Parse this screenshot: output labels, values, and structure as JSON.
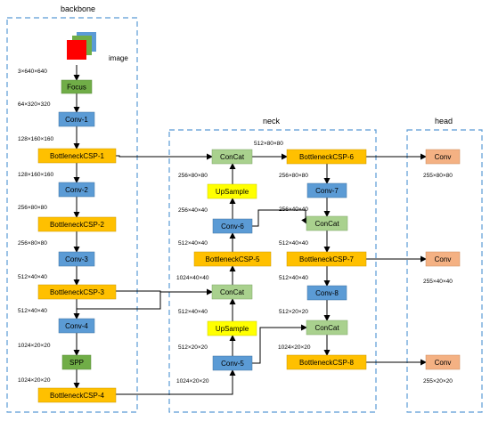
{
  "sections": {
    "backbone": "backbone",
    "neck": "neck",
    "head": "head"
  },
  "image_label": "image",
  "nodes": {
    "focus": "Focus",
    "conv1": "Conv-1",
    "bcsp1": "BottleneckCSP-1",
    "conv2": "Conv-2",
    "bcsp2": "BottleneckCSP-2",
    "conv3": "Conv-3",
    "bcsp3": "BottleneckCSP-3",
    "conv4": "Conv-4",
    "spp": "SPP",
    "bcsp4": "BottleneckCSP-4",
    "concat_n1": "ConCat",
    "upsample1": "UpSample",
    "conv6": "Conv-6",
    "bcsp5": "BottleneckCSP-5",
    "concat_n2": "ConCat",
    "upsample2": "UpSample",
    "conv5": "Conv-5",
    "bcsp6": "BottleneckCSP-6",
    "conv7": "Conv-7",
    "concat_r1": "ConCat",
    "bcsp7": "BottleneckCSP-7",
    "conv8": "Conv-8",
    "concat_r2": "ConCat",
    "bcsp8": "BottleneckCSP-8",
    "head_conv1": "Conv",
    "head_conv2": "Conv",
    "head_conv3": "Conv"
  },
  "dims": {
    "d_image": "3×640×640",
    "d_focus": "64×320×320",
    "d_conv1": "128×160×160",
    "d_bcsp1": "128×160×160",
    "d_conv2": "256×80×80",
    "d_bcsp2": "256×80×80",
    "d_conv3": "512×40×40",
    "d_bcsp3": "512×40×40",
    "d_conv4": "1024×20×20",
    "d_spp": "1024×20×20",
    "d_concat_top": "512×80×80",
    "d_concat_n1": "256×80×80",
    "d_upsample1": "256×40×40",
    "d_conv6": "512×40×40",
    "d_bcsp5": "1024×40×40",
    "d_concat_n2": "512×40×40",
    "d_upsample2": "512×20×20",
    "d_conv5": "1024×20×20",
    "d_bcsp6": "256×80×80",
    "d_conv7": "256×40×40",
    "d_concat_r1": "512×40×40",
    "d_bcsp7": "512×40×40",
    "d_conv8": "512×20×20",
    "d_concat_r2": "1024×20×20",
    "d_head1": "255×80×80",
    "d_head2": "255×40×40",
    "d_head3": "255×20×20"
  },
  "colors": {
    "conv": "#5B9BD5",
    "bottleneck": "#FFC000",
    "concat": "#A9D18E",
    "upsample": "#FFFF00",
    "focus_spp": "#70AD47",
    "head_conv": "#F4B183",
    "dashed_border": "#5B9BD5"
  }
}
